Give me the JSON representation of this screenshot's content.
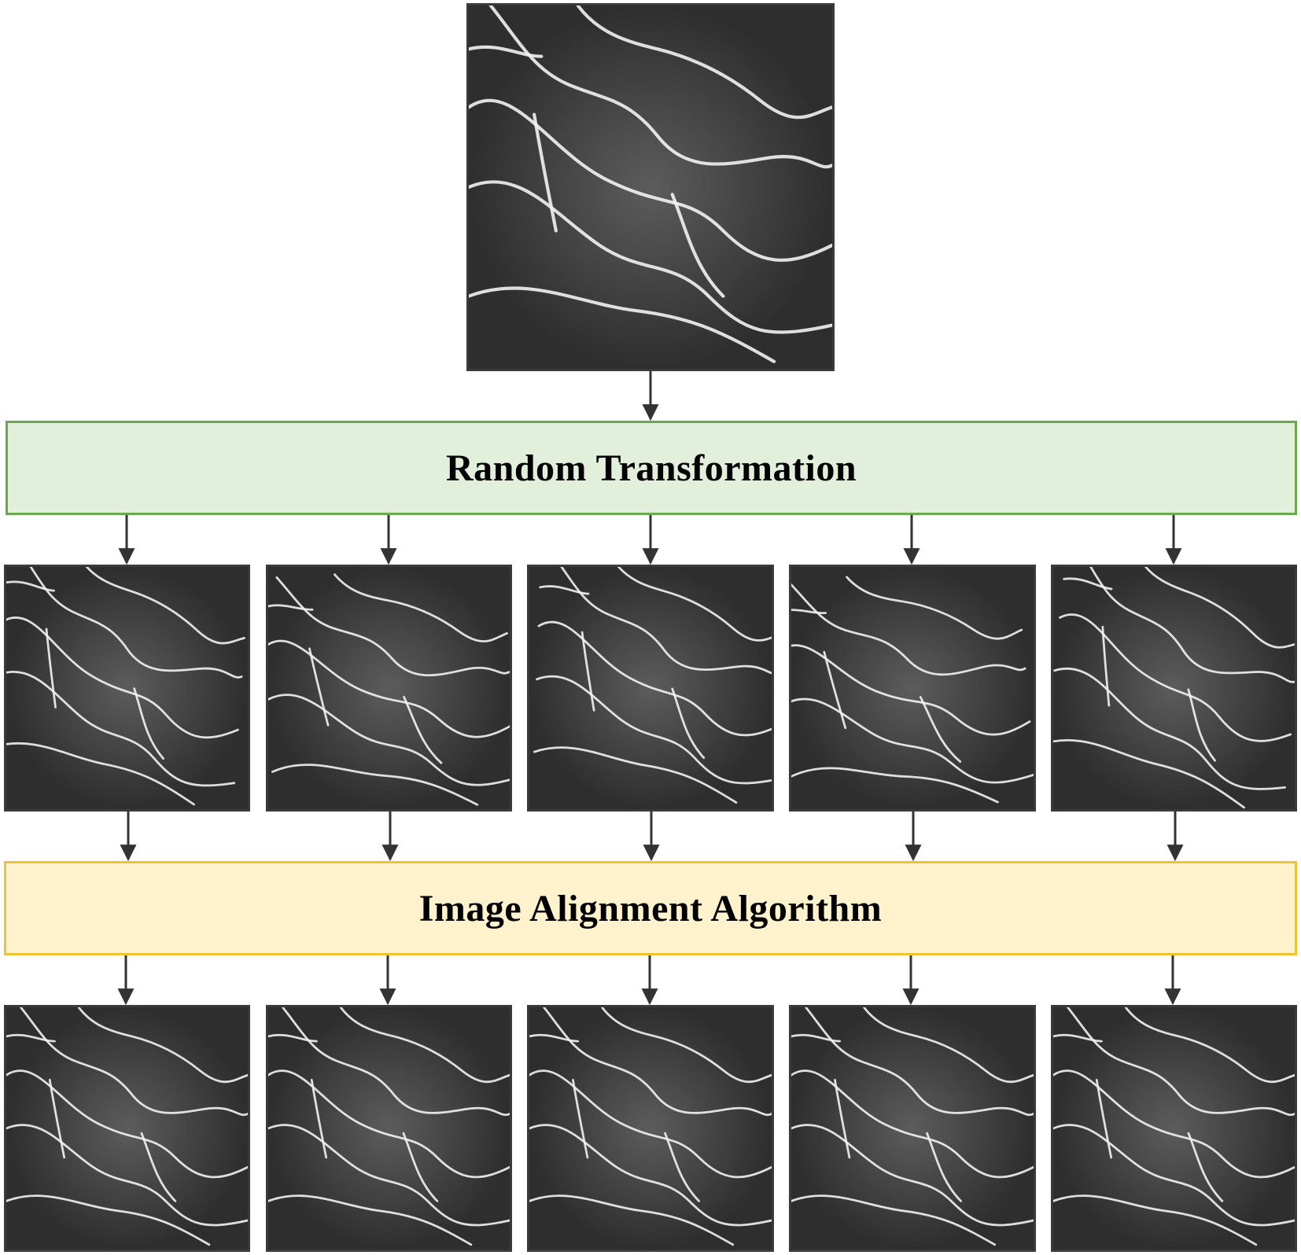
{
  "diagram": {
    "steps": {
      "random_transformation": "Random Transformation",
      "image_alignment": "Image Alignment Algorithm"
    },
    "colors": {
      "transform_fill": "#e2efda",
      "transform_border": "#6aa84f",
      "alignment_fill": "#fff2cc",
      "alignment_border": "#f1c232",
      "arrow": "#333333",
      "image_background": "#4a4a4a",
      "image_vessel": "#f2f2f2"
    },
    "images": {
      "source_count": 1,
      "transformed_count": 5,
      "aligned_count": 5
    }
  }
}
